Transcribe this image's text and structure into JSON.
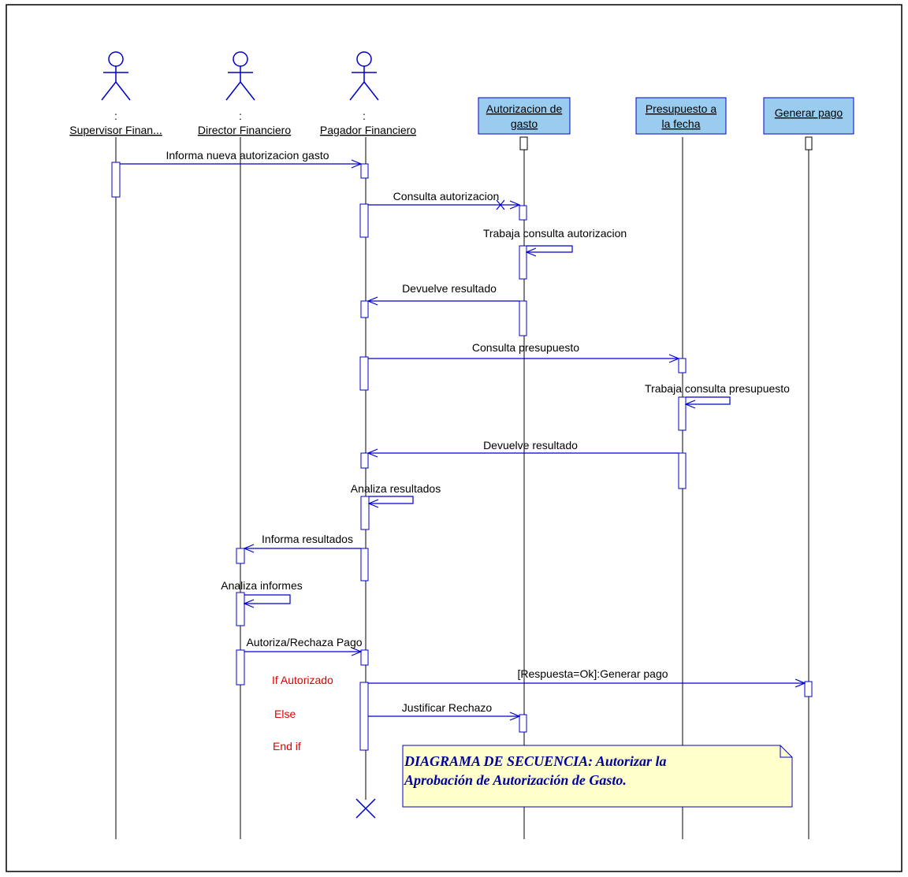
{
  "colors": {
    "line": "#0000cc",
    "objectBox": "#99ccee",
    "noteFill": "#ffffcc",
    "condition": "#e00000"
  },
  "actors": [
    {
      "colon": ":",
      "name": "Supervisor  Finan..."
    },
    {
      "colon": ":",
      "name": "Director  Financiero"
    },
    {
      "colon": ":",
      "name": "Pagador  Financiero"
    }
  ],
  "objects": [
    {
      "line1": "Autorizacion de",
      "line2": "gasto"
    },
    {
      "line1": "Presupuesto a",
      "line2": "la fecha"
    },
    {
      "line1": "Generar pago",
      "line2": ""
    }
  ],
  "messages": [
    {
      "label": "Informa nueva autorizacion gasto"
    },
    {
      "label": "Consulta autorizacion"
    },
    {
      "label": "Trabaja consulta autorizacion"
    },
    {
      "label": "Devuelve resultado"
    },
    {
      "label": "Consulta presupuesto"
    },
    {
      "label": "Trabaja consulta presupuesto"
    },
    {
      "label": "Devuelve resultado"
    },
    {
      "label": "Analiza resultados"
    },
    {
      "label": "Informa resultados"
    },
    {
      "label": "Analiza informes"
    },
    {
      "label": "Autoriza/Rechaza Pago"
    },
    {
      "label": "[Respuesta=Ok]:Generar pago"
    },
    {
      "label": "Justificar Rechazo"
    }
  ],
  "conditions": [
    "If Autorizado",
    "Else",
    "End if"
  ],
  "note": {
    "line1": "DIAGRAMA DE SECUENCIA: Autorizar la",
    "line2": "Aprobación de Autorización de Gasto."
  }
}
